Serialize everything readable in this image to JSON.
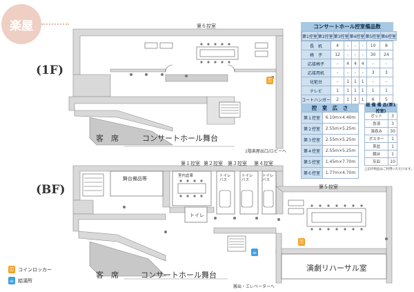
{
  "section": {
    "title": "楽屋"
  },
  "floors": {
    "first": "(1F)",
    "basement": "(BF)"
  },
  "map_1f": {
    "room6": "第６控室",
    "seats": "客　席",
    "stage": "コンサートホール舞台",
    "exit_note": "1階楽屋出口/ロビーへ"
  },
  "map_bf": {
    "room1": "第１控室",
    "room2": "第２控室",
    "room3": "第３控室",
    "room4": "第４控室",
    "room5": "第５控室",
    "storage": "舞台備品等",
    "office": "室内倉庫",
    "toilet": "トイレ",
    "toilet_small": [
      "トイレ\nバス",
      "トイレ\nバス",
      "トイレ\nバス"
    ],
    "seats": "客　席",
    "stage": "コンサートホール舞台",
    "rehearsal": "演劇リハーサル室",
    "elevator_note": "搬出・エレベーターへ"
  },
  "equipment_table": {
    "title": "コンサートホール控室備品数",
    "headers": [
      "第1控室",
      "第2控室",
      "第3控室",
      "第4控室",
      "第5控室",
      "第6控室"
    ],
    "rows": [
      {
        "label": "長　机",
        "values": [
          "4",
          "-",
          "-",
          "-",
          "10",
          "8"
        ]
      },
      {
        "label": "椅　子",
        "values": [
          "12",
          "-",
          "-",
          "-",
          "30",
          "24"
        ]
      },
      {
        "label": "応接椅子",
        "values": [
          "-",
          "4",
          "4",
          "4",
          "-",
          "-"
        ]
      },
      {
        "label": "応接用机",
        "values": [
          "-",
          "-",
          "-",
          "-",
          "3",
          "3"
        ]
      },
      {
        "label": "化粧台",
        "values": [
          "-",
          "1",
          "1",
          "1",
          "-",
          "-"
        ]
      },
      {
        "label": "テレビ",
        "values": [
          "1",
          "1",
          "1",
          "1",
          "1",
          "1"
        ]
      },
      {
        "label": "コートハンガー",
        "values": [
          "2",
          "1",
          "1",
          "1",
          "6",
          "5"
        ]
      }
    ]
  },
  "size_table": {
    "title": "控　室　広　さ",
    "rows": [
      {
        "label": "第１控室",
        "value": "6.10m×4.40m"
      },
      {
        "label": "第２控室",
        "value": "2.55m×5.25m"
      },
      {
        "label": "第３控室",
        "value": "2.55m×5.25m"
      },
      {
        "label": "第４控室",
        "value": "2.55m×5.25m"
      },
      {
        "label": "第５控室",
        "value": "1.45m×7.70m"
      },
      {
        "label": "第６控室",
        "value": "1.77m×4.70m"
      }
    ]
  },
  "general_table": {
    "title": "総 備 備 品(第1控室)",
    "rows": [
      {
        "label": "ポット",
        "value": "3"
      },
      {
        "label": "急須",
        "value": "3"
      },
      {
        "label": "湯呑み",
        "value": "30"
      },
      {
        "label": "ポスター",
        "value": "1"
      },
      {
        "label": "茶盆",
        "value": "1"
      },
      {
        "label": "鏡台",
        "value": "1"
      },
      {
        "label": "灰皿",
        "value": "10"
      }
    ],
    "note": "上記の物品はご利用いただけます。"
  },
  "legend": {
    "coin_locker": "コインロッカー",
    "water": "給湯所"
  },
  "colors": {
    "badge": "#efcfc3",
    "wall": "#d9d9d9",
    "table_header": "#a8c7e2",
    "row_header": "#cfe0f0",
    "locker_icon": "#f2a22b",
    "water_icon": "#3f9fe0"
  }
}
